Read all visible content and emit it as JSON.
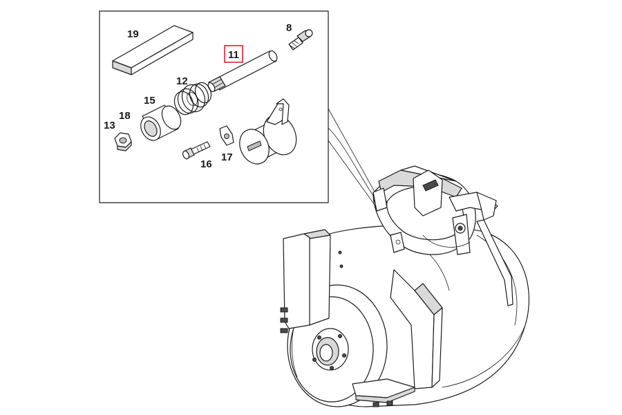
{
  "callouts": {
    "c19": "19",
    "c8": "8",
    "c11": "11",
    "c12": "12",
    "c15": "15",
    "c18": "18",
    "c13": "13",
    "c16": "16",
    "c17": "17"
  },
  "highlighted_callout": "11",
  "colors": {
    "highlight": "#d9232e",
    "line": "#1a1a1a"
  }
}
